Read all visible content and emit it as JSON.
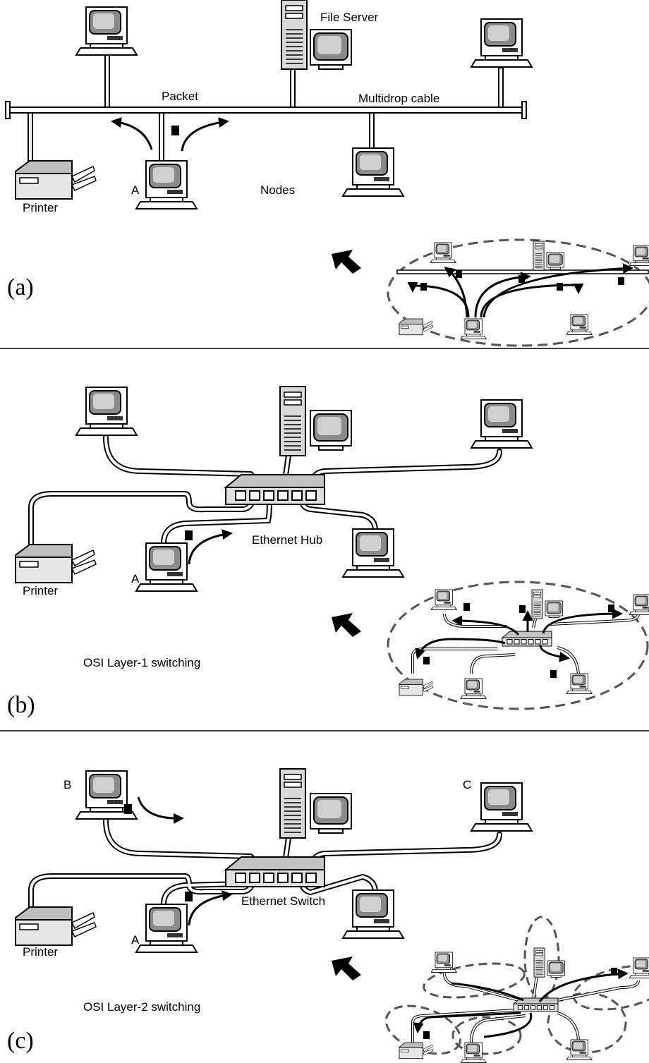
{
  "panel_a": {
    "label": "(a)",
    "file_server": "File Server",
    "packet": "Packet",
    "multidrop": "Multidrop cable",
    "printer": "Printer",
    "node_a": "A",
    "nodes": "Nodes"
  },
  "panel_b": {
    "label": "(b)",
    "hub": "Ethernet Hub",
    "printer": "Printer",
    "node_a": "A",
    "caption": "OSI Layer-1 switching"
  },
  "panel_c": {
    "label": "(c)",
    "switch": "Ethernet Switch",
    "printer": "Printer",
    "node_a": "A",
    "node_b": "B",
    "node_c": "C",
    "caption": "OSI Layer-2 switching"
  }
}
